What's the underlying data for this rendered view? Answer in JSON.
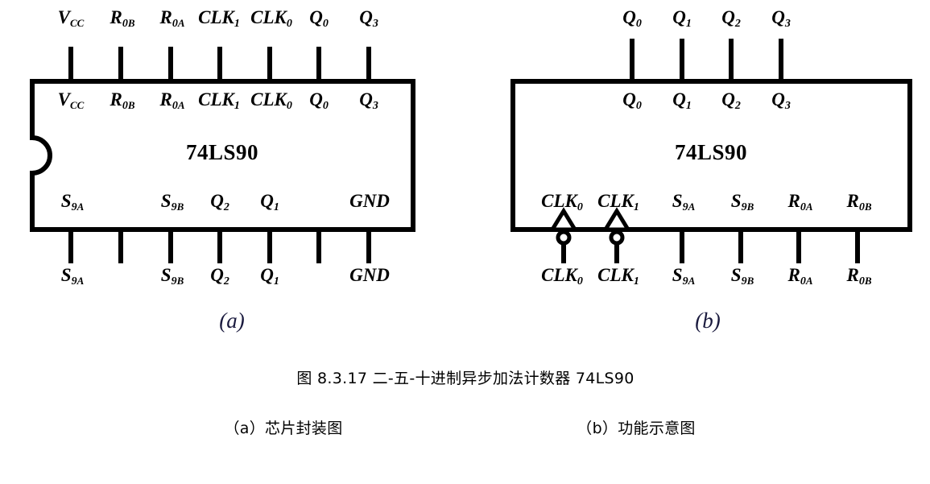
{
  "figure": {
    "caption": "图 8.3.17  二-五-十进制异步加法计数器 74LS90",
    "chip_name": "74LS90",
    "ink_color": "#000000",
    "letter_color": "#1a1a3e",
    "background": "#ffffff"
  },
  "panel_a": {
    "letter": "(a)",
    "subcaption": "（a）芯片封装图",
    "chip_name": "74LS90",
    "has_notch": true,
    "top_pins": [
      {
        "name": "V",
        "sub": "CC",
        "outer_label": "V_CC",
        "inner_label": "V_CC"
      },
      {
        "name": "R",
        "sub": "0B",
        "outer_label": "R_0B",
        "inner_label": "R_0B"
      },
      {
        "name": "R",
        "sub": "0A",
        "outer_label": "R_0A",
        "inner_label": "R_0A"
      },
      {
        "name": "CLK",
        "sub": "1",
        "outer_label": "CLK_1",
        "inner_label": "CLK_1"
      },
      {
        "name": "CLK",
        "sub": "0",
        "outer_label": "CLK_0",
        "inner_label": "CLK_0"
      },
      {
        "name": "Q",
        "sub": "0",
        "outer_label": "Q_0",
        "inner_label": "Q_0"
      },
      {
        "name": "Q",
        "sub": "3",
        "outer_label": "Q_3",
        "inner_label": "Q_3"
      }
    ],
    "bottom_pins": [
      {
        "name": "S",
        "sub": "9A",
        "outer_label": "S_9A",
        "inner_label": "S_9A"
      },
      {
        "name": "",
        "sub": "",
        "outer_label": "",
        "inner_label": ""
      },
      {
        "name": "S",
        "sub": "9B",
        "outer_label": "S_9B",
        "inner_label": "S_9B"
      },
      {
        "name": "Q",
        "sub": "2",
        "outer_label": "Q_2",
        "inner_label": "Q_2"
      },
      {
        "name": "Q",
        "sub": "1",
        "outer_label": "Q_1",
        "inner_label": "Q_1"
      },
      {
        "name": "",
        "sub": "",
        "outer_label": "",
        "inner_label": ""
      },
      {
        "name": "GND",
        "sub": "",
        "outer_label": "GND",
        "inner_label": "GND"
      }
    ]
  },
  "panel_b": {
    "letter": "(b)",
    "subcaption": "（b）功能示意图",
    "chip_name": "74LS90",
    "has_notch": false,
    "top_pins": [
      {
        "name": "Q",
        "sub": "0",
        "outer_label": "Q_0",
        "inner_label": "Q_0"
      },
      {
        "name": "Q",
        "sub": "1",
        "outer_label": "Q_1",
        "inner_label": "Q_1"
      },
      {
        "name": "Q",
        "sub": "2",
        "outer_label": "Q_2",
        "inner_label": "Q_2"
      },
      {
        "name": "Q",
        "sub": "3",
        "outer_label": "Q_3",
        "inner_label": "Q_3"
      }
    ],
    "bottom_pins": [
      {
        "name": "CLK",
        "sub": "0",
        "outer_label": "CLK_0",
        "inner_label": "CLK_0",
        "edge_triggered": true,
        "inverted": true
      },
      {
        "name": "CLK",
        "sub": "1",
        "outer_label": "CLK_1",
        "inner_label": "CLK_1",
        "edge_triggered": true,
        "inverted": true
      },
      {
        "name": "S",
        "sub": "9A",
        "outer_label": "S_9A",
        "inner_label": "S_9A",
        "edge_triggered": false,
        "inverted": false
      },
      {
        "name": "S",
        "sub": "9B",
        "outer_label": "S_9B",
        "inner_label": "S_9B",
        "edge_triggered": false,
        "inverted": false
      },
      {
        "name": "R",
        "sub": "0A",
        "outer_label": "R_0A",
        "inner_label": "R_0A",
        "edge_triggered": false,
        "inverted": false
      },
      {
        "name": "R",
        "sub": "0B",
        "outer_label": "R_0B",
        "inner_label": "R_0B",
        "edge_triggered": false,
        "inverted": false
      }
    ]
  }
}
